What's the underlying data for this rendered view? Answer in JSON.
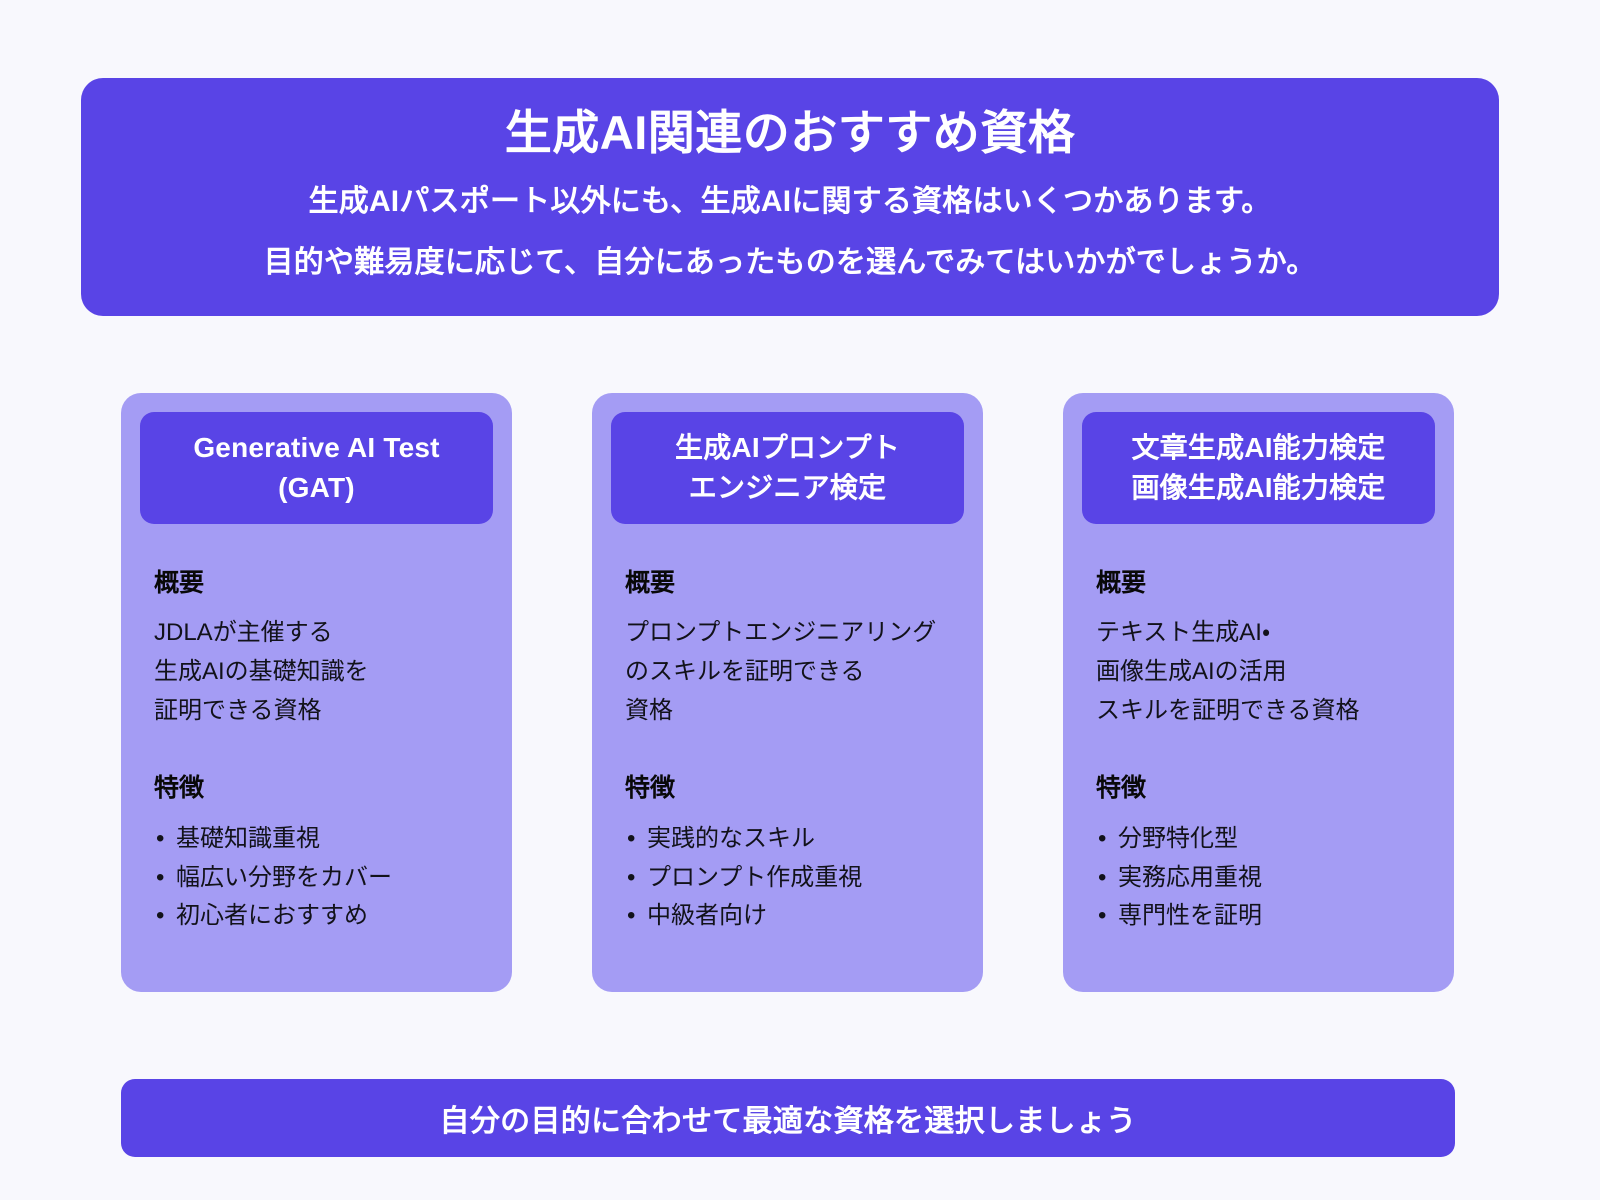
{
  "colors": {
    "page_background": "#f8f8fd",
    "accent_deep": "#5944e6",
    "card_background": "#a49cf4",
    "text_dark": "#12121a",
    "text_on_accent": "#ffffff"
  },
  "header": {
    "title": "生成AI関連のおすすめ資格",
    "subtitle_line1": "生成AIパスポート以外にも、生成AIに関する資格はいくつかあります。",
    "subtitle_line2": "目的や難易度に応じて、自分にあったものを選んでみてはいかがでしょうか。"
  },
  "section_labels": {
    "overview": "概要",
    "features": "特徴"
  },
  "cards": [
    {
      "title": "Generative AI Test\n(GAT)",
      "overview_label": "概要",
      "overview": "JDLAが主催する\n生成AIの基礎知識を\n証明できる資格",
      "features_label": "特徴",
      "features": [
        "基礎知識重視",
        "幅広い分野をカバー",
        "初心者におすすめ"
      ]
    },
    {
      "title": "生成AIプロンプト\nエンジニア検定",
      "overview_label": "概要",
      "overview": "プロンプトエンジニアリング\nのスキルを証明できる\n資格",
      "features_label": "特徴",
      "features": [
        "実践的なスキル",
        "プロンプト作成重視",
        "中級者向け"
      ]
    },
    {
      "title": "文章生成AI能力検定\n画像生成AI能力検定",
      "overview_label": "概要",
      "overview": "テキスト生成AI・\n画像生成AIの活用\nスキルを証明できる資格",
      "features_label": "特徴",
      "features": [
        "分野特化型",
        "実務応用重視",
        "専門性を証明"
      ]
    }
  ],
  "footer": {
    "text": "自分の目的に合わせて最適な資格を選択しましょう"
  }
}
